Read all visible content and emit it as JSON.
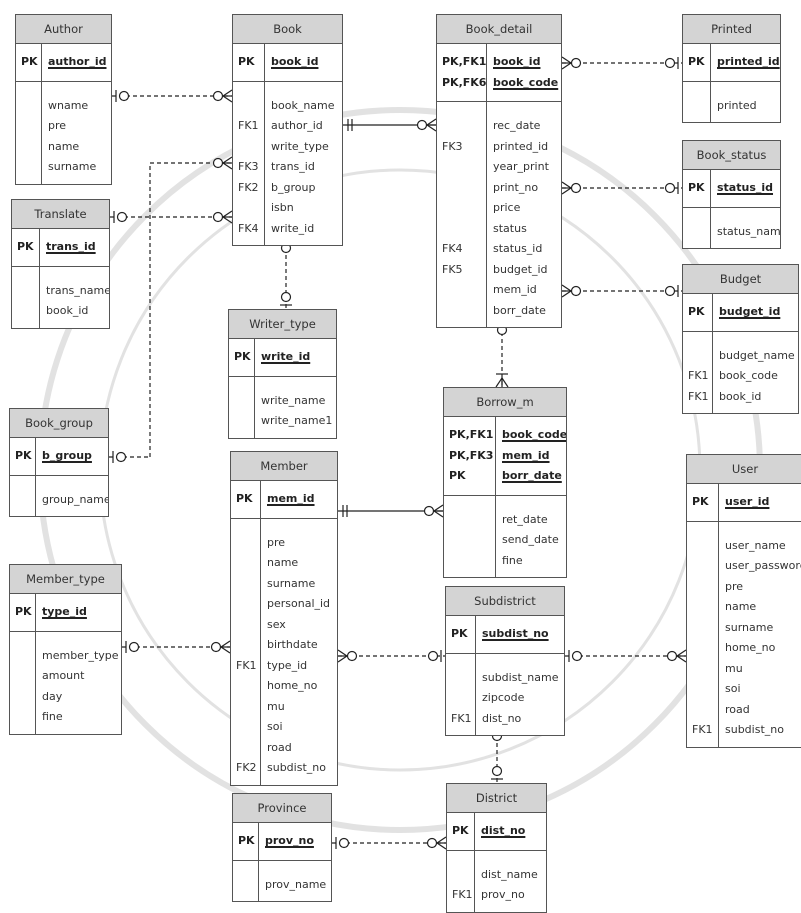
{
  "entities": [
    {
      "name": "Author",
      "pk": [
        [
          "PK",
          "author_id"
        ]
      ],
      "attrs": [
        [
          "",
          "wname"
        ],
        [
          "",
          "pre"
        ],
        [
          "",
          "name"
        ],
        [
          "",
          "surname"
        ]
      ]
    },
    {
      "name": "Book",
      "pk": [
        [
          "PK",
          "book_id"
        ]
      ],
      "attrs": [
        [
          "",
          "book_name"
        ],
        [
          "FK1",
          "author_id"
        ],
        [
          "",
          "write_type"
        ],
        [
          "FK3",
          "trans_id"
        ],
        [
          "FK2",
          "b_group"
        ],
        [
          "",
          "isbn"
        ],
        [
          "FK4",
          "write_id"
        ]
      ]
    },
    {
      "name": "Book_detail",
      "pk": [
        [
          "PK,FK1",
          "book_id"
        ],
        [
          "PK,FK6",
          "book_code"
        ]
      ],
      "attrs": [
        [
          "",
          "rec_date"
        ],
        [
          "FK3",
          "printed_id"
        ],
        [
          "",
          "year_print"
        ],
        [
          "",
          "print_no"
        ],
        [
          "",
          "price"
        ],
        [
          "",
          "status"
        ],
        [
          "FK4",
          "status_id"
        ],
        [
          "FK5",
          "budget_id"
        ],
        [
          "",
          "mem_id"
        ],
        [
          "",
          "borr_date"
        ]
      ]
    },
    {
      "name": "Printed",
      "pk": [
        [
          "PK",
          "printed_id"
        ]
      ],
      "attrs": [
        [
          "",
          "printed"
        ]
      ]
    },
    {
      "name": "Book_status",
      "pk": [
        [
          "PK",
          "status_id"
        ]
      ],
      "attrs": [
        [
          "",
          "status_name"
        ]
      ]
    },
    {
      "name": "Translate",
      "pk": [
        [
          "PK",
          "trans_id"
        ]
      ],
      "attrs": [
        [
          "",
          "trans_name"
        ],
        [
          "",
          "book_id"
        ]
      ]
    },
    {
      "name": "Budget",
      "pk": [
        [
          "PK",
          "budget_id"
        ]
      ],
      "attrs": [
        [
          "",
          "budget_name"
        ],
        [
          "FK1",
          "book_code"
        ],
        [
          "FK1",
          "book_id"
        ]
      ]
    },
    {
      "name": "Writer_type",
      "pk": [
        [
          "PK",
          "write_id"
        ]
      ],
      "attrs": [
        [
          "",
          "write_name"
        ],
        [
          "",
          "write_name1"
        ]
      ]
    },
    {
      "name": "Borrow_m",
      "pk": [
        [
          "PK,FK1",
          "book_code"
        ],
        [
          "PK,FK3",
          "mem_id"
        ],
        [
          "PK",
          "borr_date"
        ]
      ],
      "attrs": [
        [
          "",
          "ret_date"
        ],
        [
          "",
          "send_date"
        ],
        [
          "",
          "fine"
        ]
      ]
    },
    {
      "name": "Book_group",
      "pk": [
        [
          "PK",
          "b_group"
        ]
      ],
      "attrs": [
        [
          "",
          "group_name"
        ]
      ]
    },
    {
      "name": "Member",
      "pk": [
        [
          "PK",
          "mem_id"
        ]
      ],
      "attrs": [
        [
          "",
          "pre"
        ],
        [
          "",
          "name"
        ],
        [
          "",
          "surname"
        ],
        [
          "",
          "personal_id"
        ],
        [
          "",
          "sex"
        ],
        [
          "",
          "birthdate"
        ],
        [
          "FK1",
          "type_id"
        ],
        [
          "",
          "home_no"
        ],
        [
          "",
          "mu"
        ],
        [
          "",
          "soi"
        ],
        [
          "",
          "road"
        ],
        [
          "FK2",
          "subdist_no"
        ]
      ]
    },
    {
      "name": "User",
      "pk": [
        [
          "PK",
          "user_id"
        ]
      ],
      "attrs": [
        [
          "",
          "user_name"
        ],
        [
          "",
          "user_password"
        ],
        [
          "",
          "pre"
        ],
        [
          "",
          "name"
        ],
        [
          "",
          "surname"
        ],
        [
          "",
          "home_no"
        ],
        [
          "",
          "mu"
        ],
        [
          "",
          "soi"
        ],
        [
          "",
          "road"
        ],
        [
          "FK1",
          "subdist_no"
        ]
      ]
    },
    {
      "name": "Member_type",
      "pk": [
        [
          "PK",
          "type_id"
        ]
      ],
      "attrs": [
        [
          "",
          "member_type"
        ],
        [
          "",
          "amount"
        ],
        [
          "",
          "day"
        ],
        [
          "",
          "fine"
        ]
      ]
    },
    {
      "name": "Subdistrict",
      "pk": [
        [
          "PK",
          "subdist_no"
        ]
      ],
      "attrs": [
        [
          "",
          "subdist_name"
        ],
        [
          "",
          "zipcode"
        ],
        [
          "FK1",
          "dist_no"
        ]
      ]
    },
    {
      "name": "Province",
      "pk": [
        [
          "PK",
          "prov_no"
        ]
      ],
      "attrs": [
        [
          "",
          "prov_name"
        ]
      ]
    },
    {
      "name": "District",
      "pk": [
        [
          "PK",
          "dist_no"
        ]
      ],
      "attrs": [
        [
          "",
          "dist_name"
        ],
        [
          "FK1",
          "prov_no"
        ]
      ]
    }
  ],
  "relationships": [
    {
      "from": "Author",
      "to": "Book",
      "from_end": "one-optional",
      "to_end": "many-optional",
      "style": "dashed"
    },
    {
      "from": "Book",
      "to": "Book_detail",
      "from_end": "one-mandatory",
      "to_end": "many-optional",
      "style": "solid"
    },
    {
      "from": "Book_detail",
      "to": "Printed",
      "from_end": "many-optional",
      "to_end": "one-optional",
      "style": "dashed"
    },
    {
      "from": "Book_detail",
      "to": "Book_status",
      "from_end": "many-optional",
      "to_end": "one-optional",
      "style": "dashed"
    },
    {
      "from": "Book_detail",
      "to": "Budget",
      "from_end": "many-optional",
      "to_end": "one-optional",
      "style": "dashed"
    },
    {
      "from": "Translate",
      "to": "Book",
      "from_end": "one-optional",
      "to_end": "many-optional",
      "style": "dashed"
    },
    {
      "from": "Book_group",
      "to": "Book",
      "from_end": "one-optional",
      "to_end": "many-optional",
      "style": "dashed"
    },
    {
      "from": "Book",
      "to": "Writer_type",
      "from_end": "many-optional",
      "to_end": "one-optional",
      "style": "dashed"
    },
    {
      "from": "Book_detail",
      "to": "Borrow_m",
      "from_end": "one-optional",
      "to_end": "many-mandatory",
      "style": "dashed"
    },
    {
      "from": "Member",
      "to": "Borrow_m",
      "from_end": "one-mandatory",
      "to_end": "many-optional",
      "style": "solid"
    },
    {
      "from": "Member_type",
      "to": "Member",
      "from_end": "one-optional",
      "to_end": "many-optional",
      "style": "dashed"
    },
    {
      "from": "Member",
      "to": "Subdistrict",
      "from_end": "many-optional",
      "to_end": "one-optional",
      "style": "dashed"
    },
    {
      "from": "Subdistrict",
      "to": "User",
      "from_end": "one-optional",
      "to_end": "many-optional",
      "style": "dashed"
    },
    {
      "from": "Subdistrict",
      "to": "District",
      "from_end": "many-optional",
      "to_end": "one-optional",
      "style": "dashed"
    },
    {
      "from": "Province",
      "to": "District",
      "from_end": "one-optional",
      "to_end": "many-optional",
      "style": "dashed"
    }
  ],
  "colors": {
    "header": "#d4d4d4",
    "border": "#555555",
    "line": "#222222",
    "watermark": "#d2d2d2"
  }
}
